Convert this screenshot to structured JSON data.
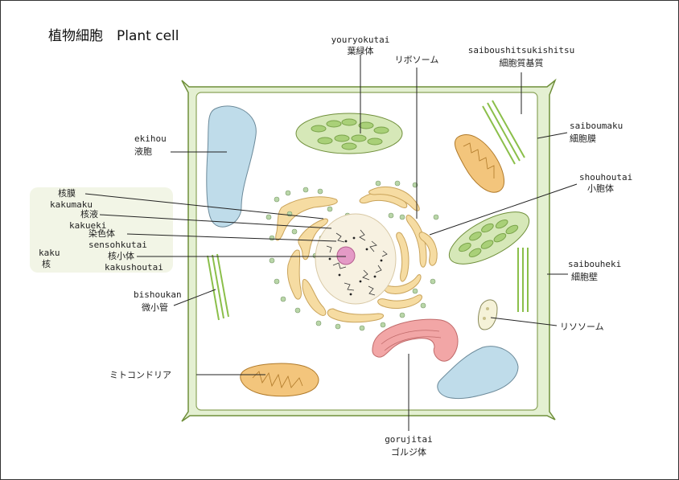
{
  "title": "植物細胞　Plant cell",
  "labels": {
    "youryokutai_romaji": "youryokutai",
    "youryokutai_kanji": "葉緑体",
    "ribosome": "リボソーム",
    "saiboushitsu_romaji": "saiboushitsukishitsu",
    "saiboushitsu_kanji": "細胞質基質",
    "ekihou_romaji": "ekihou",
    "ekihou_kanji": "液胞",
    "saiboumaku_romaji": "saiboumaku",
    "saiboumaku_kanji": "細胞膜",
    "kakumaku_kanji": "核膜",
    "kakumaku_romaji": "kakumaku",
    "kakueki_kanji": "核液",
    "kakueki_romaji": "kakueki",
    "sensoku_kanji": "染色体",
    "sensoku_romaji": "sensohkutai",
    "kaku_romaji": "kaku",
    "kaku_kanji": "核",
    "kakushou_kanji": "核小体",
    "kakushou_romaji": "kakushoutai",
    "shouhou_romaji": "shouhoutai",
    "shouhou_kanji": "小胞体",
    "saibouheki_romaji": "saibouheki",
    "saibouheki_kanji": "細胞壁",
    "bishoukan_romaji": "bishoukan",
    "bishoukan_kanji": "微小管",
    "lysosome": "リソソーム",
    "mitochondria": "ミトコンドリア",
    "golgi_romaji": "gorujitai",
    "golgi_kanji": "ゴルジ体"
  },
  "colors": {
    "cell_wall": "#e3efd0",
    "cell_wall_stroke": "#6f8f3a",
    "vacuole": "#bfdcea",
    "chloroplast": "#d4e6b4",
    "chloroplast_grana": "#9ccc6a",
    "er": "#f6dca2",
    "er_stroke": "#c9a35a",
    "nucleus": "#f7f2e3",
    "nucleolus": "#e6a8c8",
    "mitochondria": "#f2c47a",
    "golgi": "#f2a6a6",
    "microtubule": "#8bbf4a",
    "ribosome": "#b7d4a8",
    "kaku_box": "#f3f6e8"
  }
}
